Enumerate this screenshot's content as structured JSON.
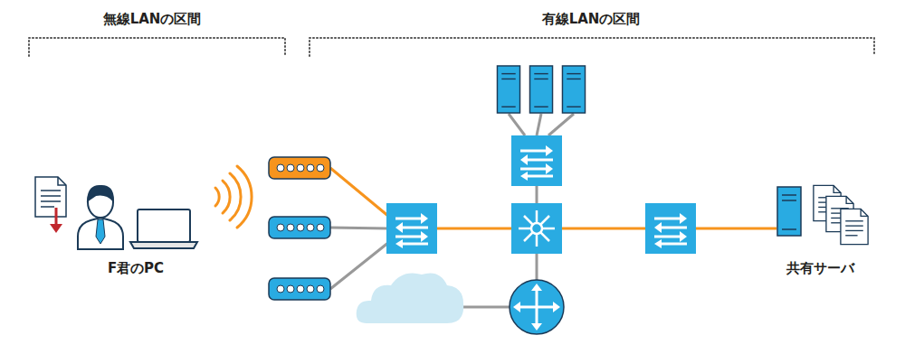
{
  "diagram": {
    "labels": [
      "無線LANの区間",
      "有線LANの区間",
      "F君のPC",
      "共有サーバ"
    ]
  }
}
